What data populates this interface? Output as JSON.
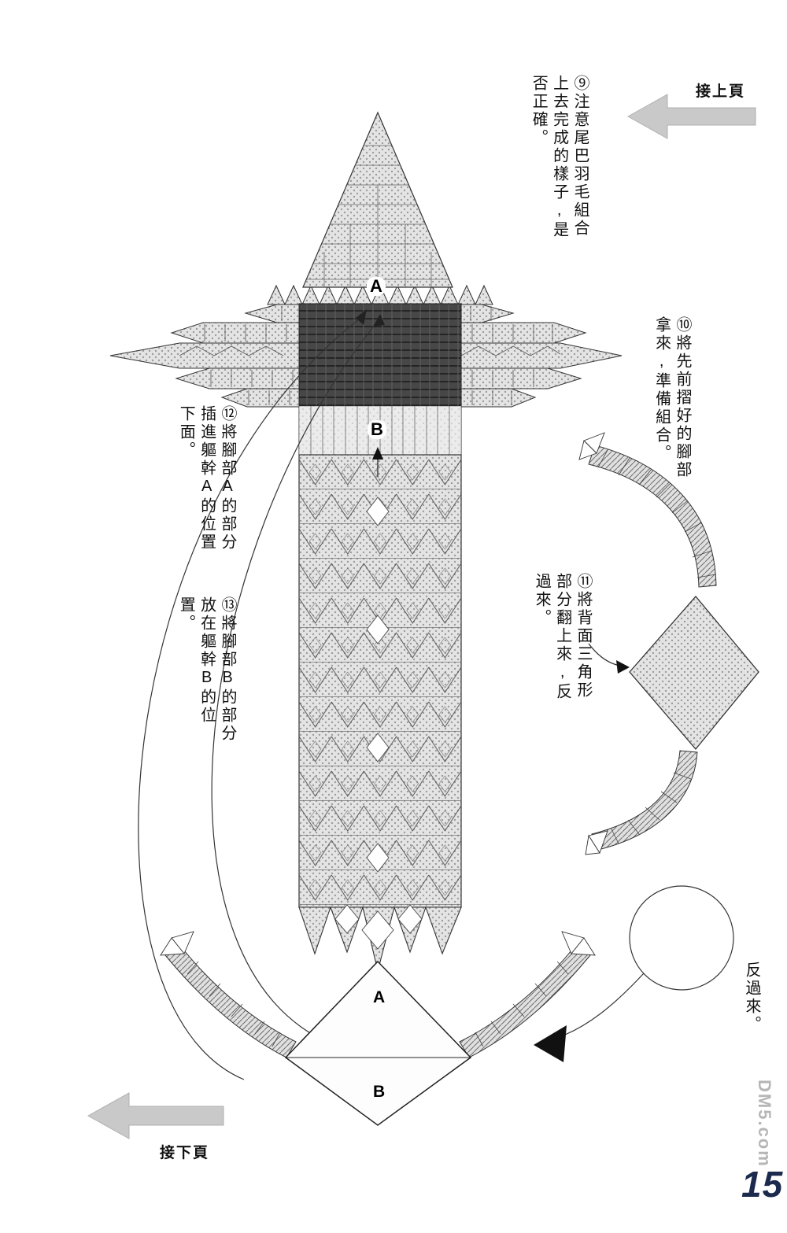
{
  "page": {
    "paper_color": "#ffffff",
    "ink_color": "#1a1a1a",
    "arrow_gray": "#c9c9c9",
    "watermark_gray": "#b6b6b6",
    "page_number_color": "#1c2b4d"
  },
  "nav": {
    "prev": "接上頁",
    "next": "接下頁"
  },
  "steps": {
    "s9": {
      "text": "⑨注意尾巴羽毛組合上去完成的樣子,是否正確。"
    },
    "s10": {
      "text": "⑩將先前摺好的腳部拿來,準備組合。"
    },
    "s11": {
      "text": "⑪將背面三角形部分翻上來,反過來。"
    },
    "s12": {
      "text": "⑫將腳部A的部分插進軀幹A的位置下面。"
    },
    "s13": {
      "text": "⑬將腳部B的部分放在軀幹B的位置。"
    }
  },
  "figure_labels": {
    "body_a": "A",
    "body_b": "B",
    "feet_a": "A",
    "feet_b": "B"
  },
  "annotations": {
    "flip": "反過來。"
  },
  "watermark": "DM5.com",
  "page_number": "15"
}
